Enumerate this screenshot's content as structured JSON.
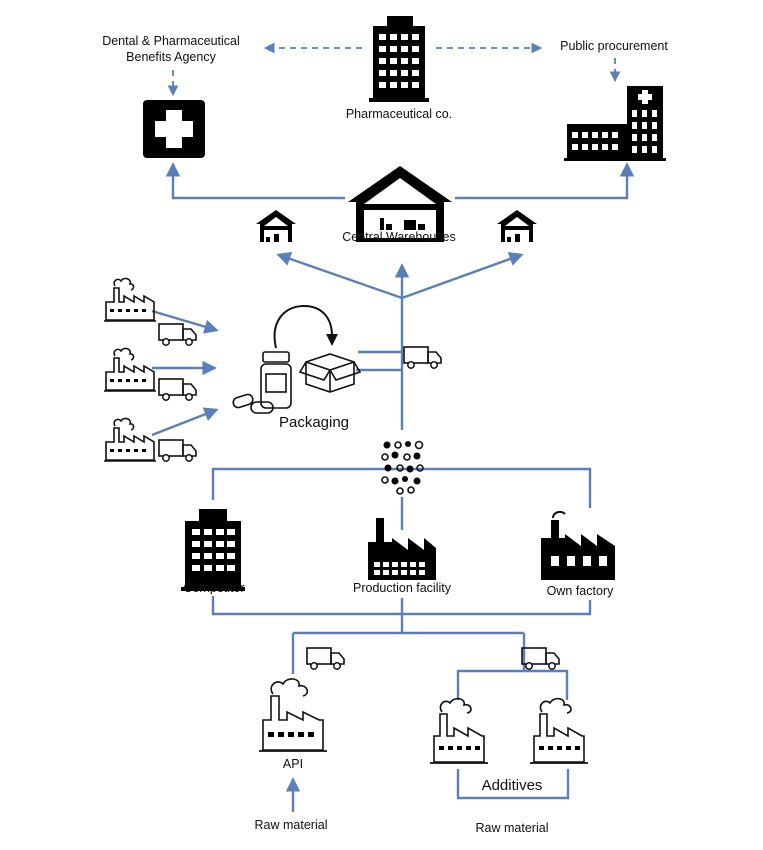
{
  "labels": {
    "dental_agency_line1": "Dental & Pharmaceutical",
    "dental_agency_line2": "Benefits Agency",
    "pharma_co": "Pharmaceutical co.",
    "public_procurement": "Public procurement",
    "central_warehouses": "Central Warehouses",
    "packaging": "Packaging",
    "competitor": "Competitor",
    "production_facility": "Production facility",
    "own_factory": "Own factory",
    "api": "API",
    "additives": "Additives",
    "raw_material_left": "Raw material",
    "raw_material_right": "Raw material"
  },
  "colors": {
    "flow_line": "#5b7fb8",
    "icon": "#000000",
    "background": "#ffffff"
  },
  "icons": [
    "office-building-icon",
    "medical-cross-icon",
    "hospital-icon",
    "warehouse-icon",
    "factory-icon",
    "truck-icon",
    "medicine-bottle-icon",
    "pill-icon",
    "open-box-icon",
    "molecules-icon"
  ]
}
